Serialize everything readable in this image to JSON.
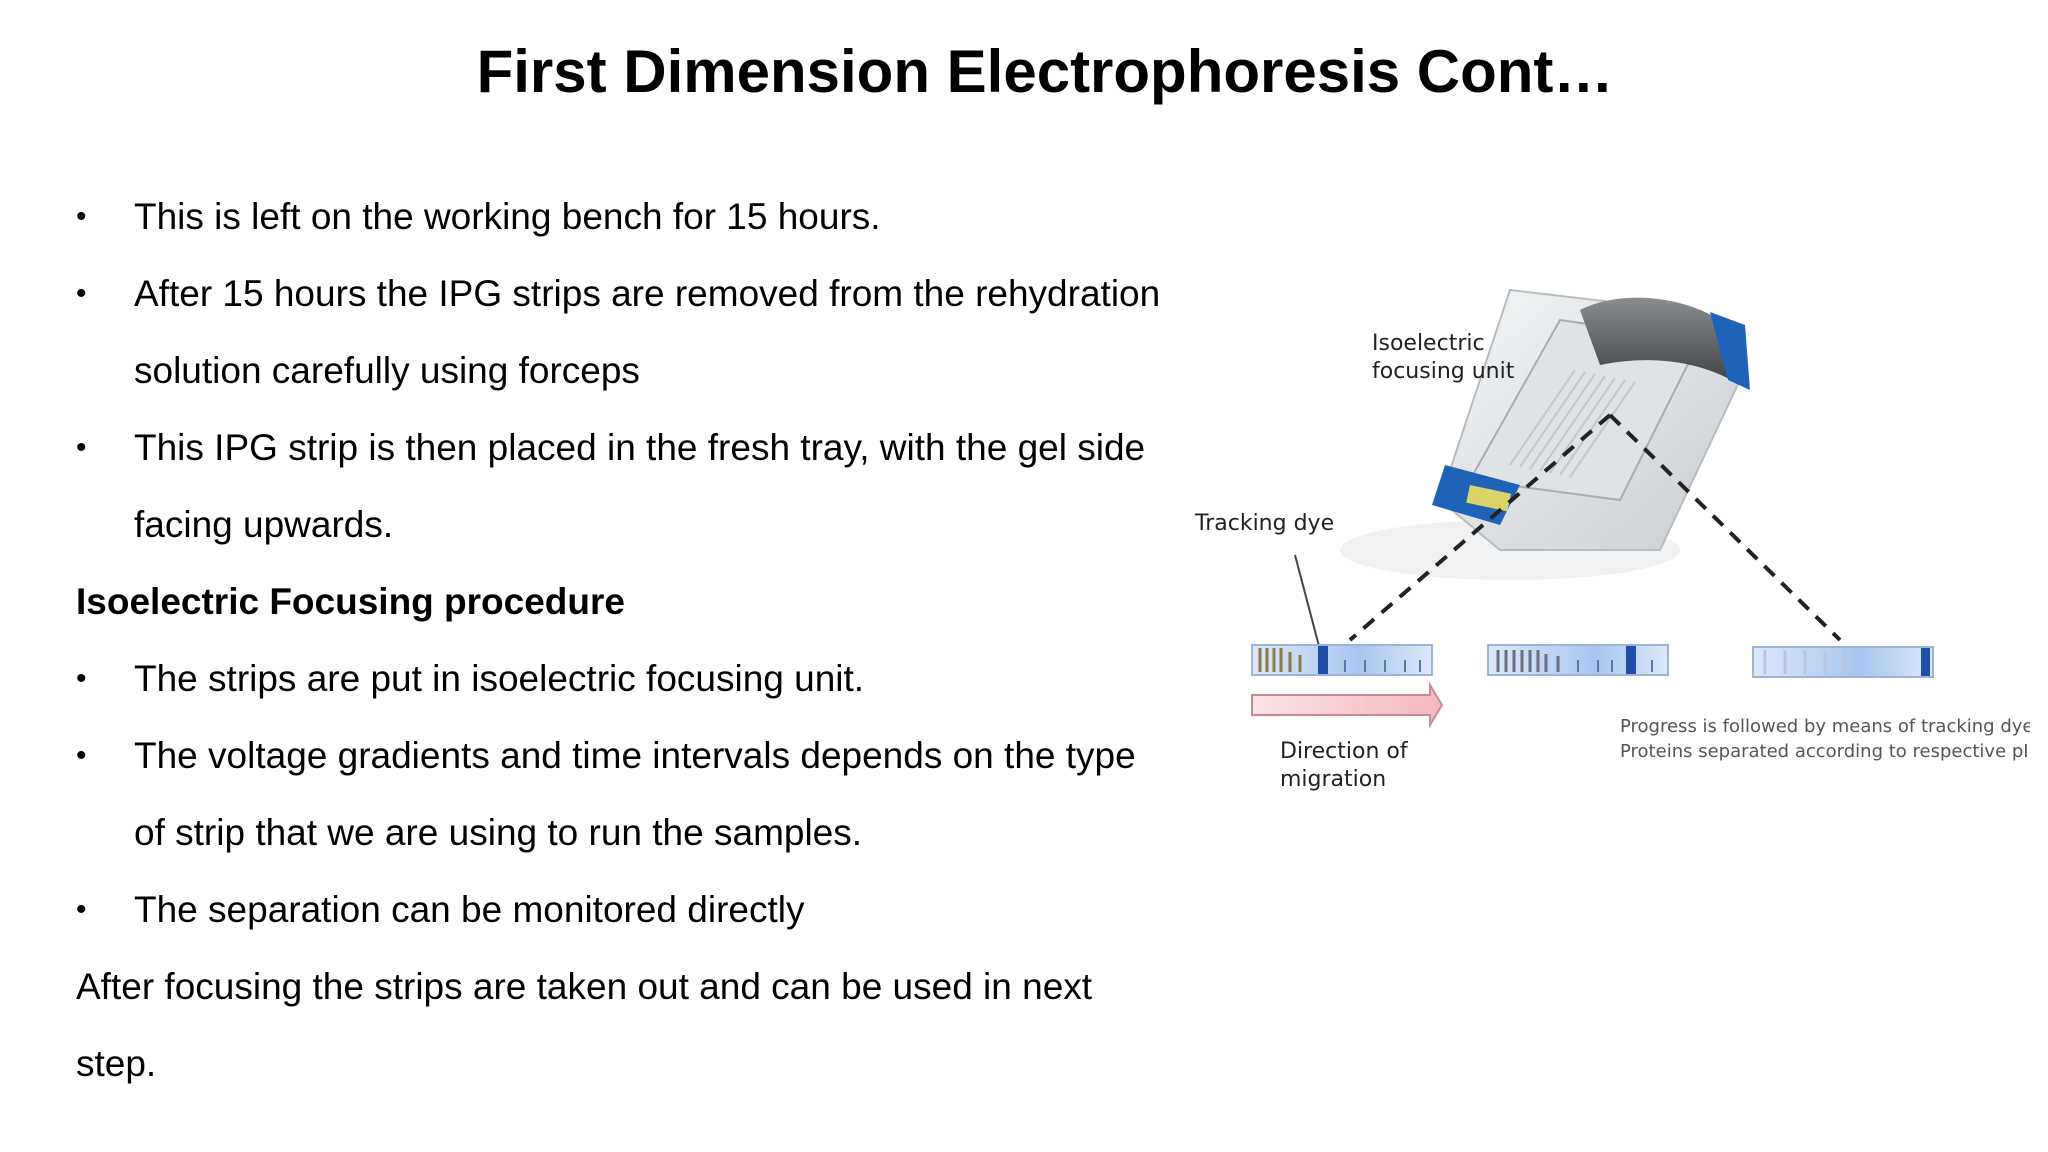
{
  "slide": {
    "title": "First Dimension Electrophoresis Cont…",
    "lines": [
      {
        "kind": "bullet",
        "text": "This is left on the working bench for 15 hours."
      },
      {
        "kind": "bullet",
        "text": "After 15 hours the IPG strips are removed from the rehydration"
      },
      {
        "kind": "cont",
        "text": "solution carefully using forceps"
      },
      {
        "kind": "bullet",
        "text": "This IPG strip is then placed in the fresh tray, with the gel side"
      },
      {
        "kind": "cont",
        "text": "facing upwards."
      },
      {
        "kind": "heading",
        "text": "Isoelectric Focusing procedure"
      },
      {
        "kind": "bullet",
        "text": "The strips are put in isoelectric focusing unit."
      },
      {
        "kind": "bullet",
        "text": "The voltage gradients and time intervals depends on the type"
      },
      {
        "kind": "cont",
        "text": "of strip that we are using to run the samples."
      },
      {
        "kind": "bullet",
        "text": "The separation can be monitored directly"
      },
      {
        "kind": "plain",
        "text": "After focusing the strips are taken out and can be used in next"
      },
      {
        "kind": "plain",
        "text": "step."
      }
    ],
    "bullet_char": "•"
  },
  "figure": {
    "label_unit_1": "Isoelectric",
    "label_unit_2": "focusing unit",
    "label_dye": "Tracking dye",
    "label_direction_1": "Direction of",
    "label_direction_2": "migration",
    "caption_1": "Progress is followed by means of tracking dye.",
    "caption_2": "Proteins separated according to respective pI.",
    "accent_blue": "#1f63b8",
    "arrow_fill": "#f4c6cc"
  }
}
